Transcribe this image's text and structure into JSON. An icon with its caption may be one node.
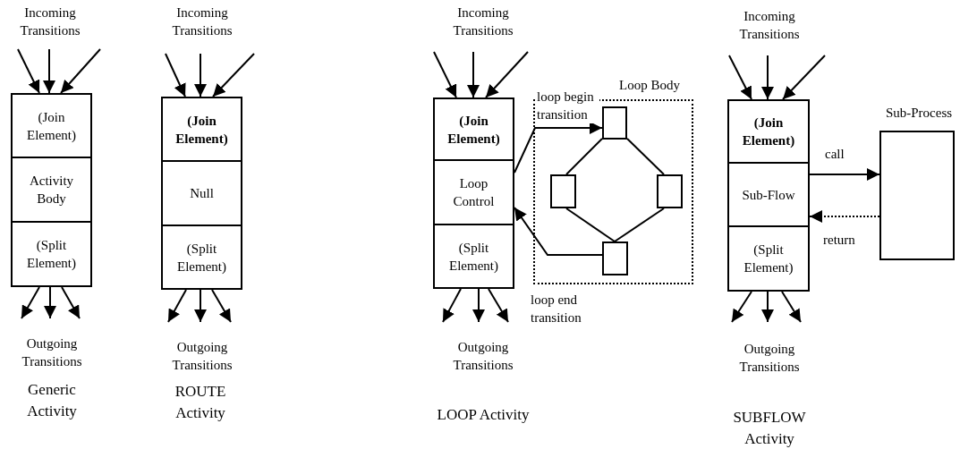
{
  "diagram": {
    "nodes": [
      {
        "text": [
          "(Join Element)"
        ]
      },
      {
        "text": [
          "Activity Body"
        ]
      },
      {
        "text": [
          "(Split Element)"
        ]
      },
      {
        "text": [
          "(Join Element)"
        ]
      },
      {
        "text": [
          "Null"
        ]
      },
      {
        "text": [
          "(Split Element)"
        ]
      },
      {
        "text": [
          "(Join Element)"
        ]
      },
      {
        "text": [
          "Loop Control"
        ]
      },
      {
        "text": [
          "(Split Element)"
        ]
      },
      {
        "text": [
          "Loop Body"
        ]
      },
      {
        "text": [],
        "shape": "box",
        "in": 9
      },
      {
        "text": [],
        "shape": "box",
        "in": 9
      },
      {
        "text": [],
        "shape": "box",
        "in": 9
      },
      {
        "text": [],
        "shape": "box",
        "in": 9
      },
      {
        "text": [
          "(Join Element)"
        ]
      },
      {
        "text": [
          "Sub-Flow"
        ]
      },
      {
        "text": [
          "(Split Element)"
        ]
      },
      {
        "text": [
          "Sub-Process"
        ]
      }
    ],
    "edges": [
      {
        "from": null,
        "to": 0,
        "arrow": "to"
      },
      {
        "from": null,
        "to": 0,
        "arrow": "to"
      },
      {
        "from": null,
        "to": 0,
        "arrow": "to"
      },
      {
        "from": 2,
        "to": null,
        "arrow": "to"
      },
      {
        "from": 2,
        "to": null,
        "arrow": "to"
      },
      {
        "from": 2,
        "to": null,
        "arrow": "to"
      },
      {
        "from": null,
        "to": 3,
        "arrow": "to"
      },
      {
        "from": null,
        "to": 3,
        "arrow": "to"
      },
      {
        "from": null,
        "to": 3,
        "arrow": "to"
      },
      {
        "from": 5,
        "to": null,
        "arrow": "to"
      },
      {
        "from": 5,
        "to": null,
        "arrow": "to"
      },
      {
        "from": 5,
        "to": null,
        "arrow": "to"
      },
      {
        "from": null,
        "to": 6,
        "arrow": "to"
      },
      {
        "from": null,
        "to": 6,
        "arrow": "to"
      },
      {
        "from": null,
        "to": 6,
        "arrow": "to"
      },
      {
        "from": 8,
        "to": null,
        "arrow": "to"
      },
      {
        "from": 8,
        "to": null,
        "arrow": "to"
      },
      {
        "from": 8,
        "to": null,
        "arrow": "to"
      },
      {
        "from": 7,
        "to": 10,
        "arrow": "to",
        "label": "loop begin transition"
      },
      {
        "from": 10,
        "to": 11,
        "arrow": "none"
      },
      {
        "from": 10,
        "to": 12,
        "arrow": "none"
      },
      {
        "from": 11,
        "to": 13,
        "arrow": "none"
      },
      {
        "from": 12,
        "to": 13,
        "arrow": "none"
      },
      {
        "from": 13,
        "to": 7,
        "arrow": "to",
        "label": "loop end transition"
      },
      {
        "from": null,
        "to": 14,
        "arrow": "to"
      },
      {
        "from": null,
        "to": 14,
        "arrow": "to"
      },
      {
        "from": null,
        "to": 14,
        "arrow": "to"
      },
      {
        "from": 16,
        "to": null,
        "arrow": "to"
      },
      {
        "from": 16,
        "to": null,
        "arrow": "to"
      },
      {
        "from": 16,
        "to": null,
        "arrow": "to"
      },
      {
        "from": 15,
        "to": 17,
        "arrow": "to",
        "label": "call"
      },
      {
        "from": 17,
        "to": 15,
        "arrow": "to",
        "label": "return",
        "style": "dashed"
      }
    ],
    "labels": [
      "Incoming Transitions",
      "Outgoing Transitions",
      "Generic Activity",
      "Incoming Transitions",
      "Outgoing Transitions",
      "ROUTE Activity",
      "Incoming Transitions",
      "Outgoing Transitions",
      "LOOP Activity",
      "Incoming Transitions",
      "Outgoing Transitions",
      "SUBFLOW Activity"
    ]
  }
}
